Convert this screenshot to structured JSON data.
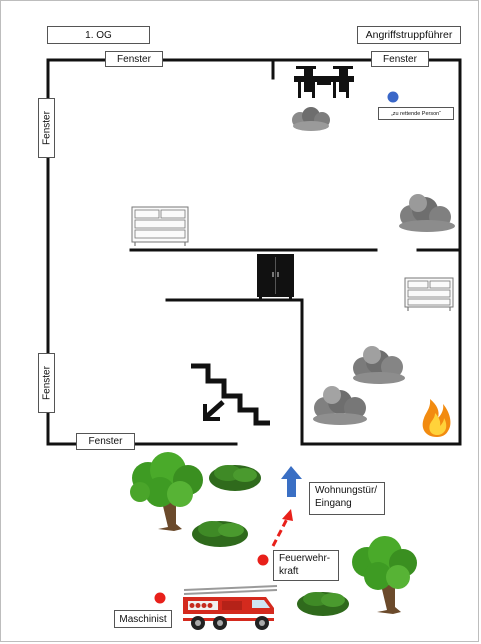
{
  "labels": {
    "floor": "1. OG",
    "leader": "Angriffstruppführer",
    "window_top_left": "Fenster",
    "window_top_right": "Fenster",
    "window_left_upper": "Fenster",
    "window_left_lower": "Fenster",
    "window_bottom": "Fenster",
    "person": "„zu rettende Person“",
    "door_line1": "Wohnungstür/",
    "door_line2": "Eingang",
    "firefighter_line1": "Feuerwehr-",
    "firefighter_line2": "kraft",
    "machinist": "Maschinist"
  },
  "colors": {
    "wall": "#111111",
    "person_marker": "#3a67c8",
    "crew_marker": "#e8201a",
    "arrow": "#3a6fc4",
    "smoke": "#6e6e6e",
    "tree": "#3e9b23",
    "truck": "#d42a1e"
  },
  "icons": [
    "table-chairs-icon",
    "dresser-icon",
    "wardrobe-icon",
    "stairs-icon",
    "fire-icon",
    "smoke-icon",
    "tree-icon",
    "bush-icon",
    "fire-truck-icon",
    "arrow-up-icon"
  ]
}
